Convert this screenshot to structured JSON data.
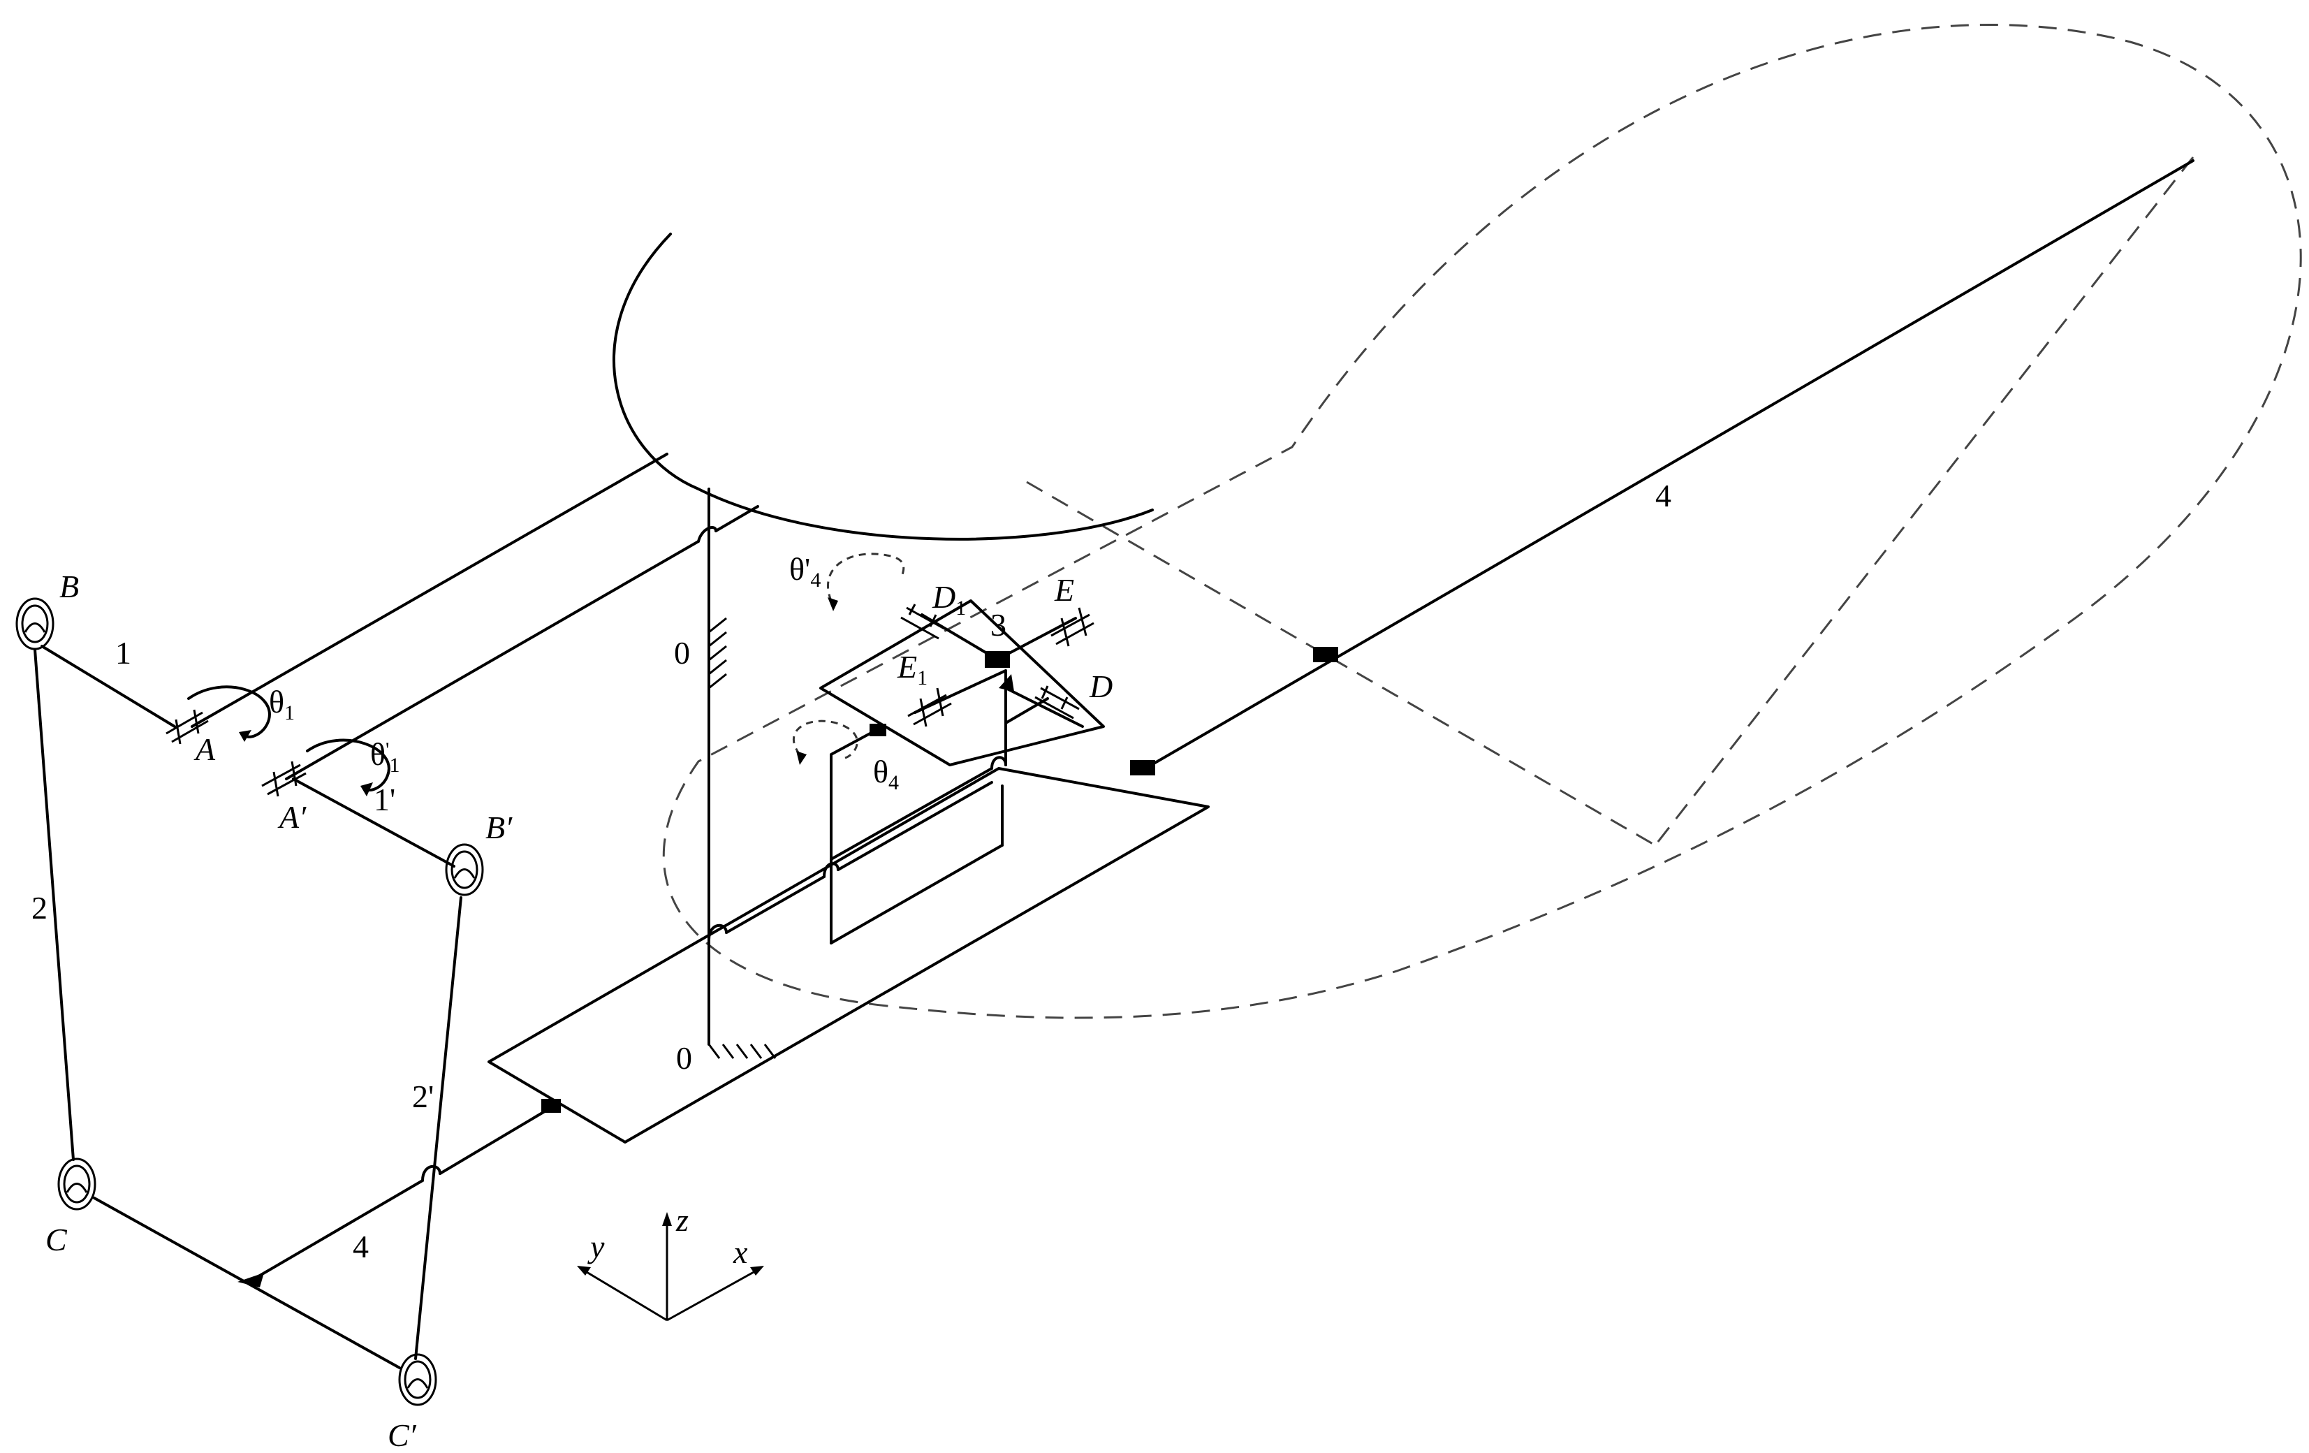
{
  "labels": {
    "B": "B",
    "B_prime": "B′",
    "A": "A",
    "A_prime": "A′",
    "C": "C",
    "C_prime": "C′",
    "D": "D",
    "D1": "D",
    "D1_sub": "1",
    "E": "E",
    "E1": "E",
    "E1_sub": "1",
    "link_1": "1",
    "link_1_prime": "1'",
    "link_2": "2",
    "link_2_prime": "2'",
    "link_3": "3",
    "link_4_lower": "4",
    "link_4_upper": "4",
    "ground_upper": "0",
    "ground_lower": "0",
    "theta1": "θ",
    "theta1_sub": "1",
    "theta1p": "θ",
    "theta1p_sub": "1",
    "theta1p_prime": "'",
    "theta4": "θ",
    "theta4_sub": "4",
    "theta4p": "θ'",
    "theta4p_sub": "4",
    "axis_x": "x",
    "axis_y": "y",
    "axis_z": "z"
  }
}
